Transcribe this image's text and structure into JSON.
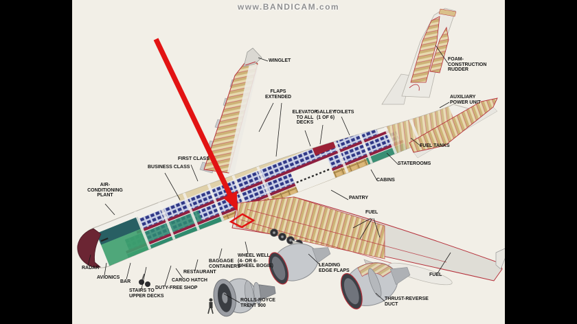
{
  "watermark": {
    "text": "www.BANDICAM.com"
  },
  "colors": {
    "background": "#f2efe7",
    "letterbox": "#000000",
    "highlight_arrow": "#e21313",
    "label_text": "#151515",
    "wing_rib_tan": "#cdb276",
    "interior_floor_maroon": "#8e2040",
    "seat_blue": "#2f3786",
    "deck_teal": "#2f8b6e"
  },
  "diagram": {
    "subject": "Double-deck airliner cutaway diagram with highlighted wheel-well area",
    "labels": {
      "winglet": "WINGLET",
      "flaps_extended": "FLAPS\nEXTENDED",
      "elevator": "ELEVATOR\nTO ALL\nDECKS",
      "galley": "GALLEY\n(1 OF 6)",
      "toilets": "TOILETS",
      "foam_rudder": "FOAM-\nCONSTRUCTION\nRUDDER",
      "apu": "AUXILIARY\nPOWER UNIT",
      "fuel_tanks": "FUEL TANKS",
      "staterooms": "STATEROOMS",
      "cabins": "CABINS",
      "pantry": "PANTRY",
      "fuel_center": "FUEL",
      "first_class": "FIRST CLASS",
      "business_class": "BUSINESS CLASS",
      "air_conditioning": "AIR-\nCONDITIONING\nPLANT",
      "radar": "RADAR",
      "avionics": "AVIONICS",
      "bar": "BAR",
      "stairs": "STAIRS TO\nUPPER DECKS",
      "duty_free": "DUTY-FREE SHOP",
      "cargo_hatch": "CARGO HATCH",
      "restaurant": "RESTAURANT",
      "baggage": "BAGGAGE\nCONTAINERS",
      "wheel_well": "WHEEL WELL\n(4- OR 6-\nWHEEL BOGIE)",
      "engine_type": "ROLLS-ROYCE\nTRENT 900",
      "leading_edge_flaps": "LEADING\nEDGE FLAPS",
      "fuel_right": "FUEL",
      "thrust_reverse": "THRUST-REVERSE\nDUCT"
    }
  }
}
